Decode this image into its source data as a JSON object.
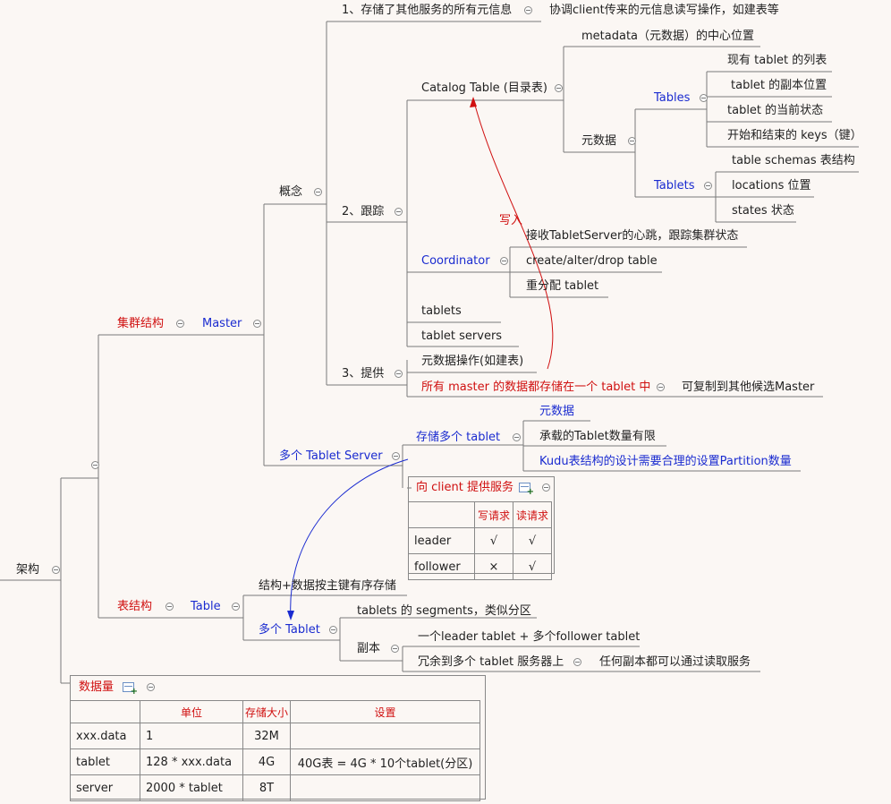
{
  "root": {
    "label": "架构"
  },
  "cluster": {
    "label": "集群结构",
    "master": {
      "label": "Master",
      "concept": {
        "label": "概念",
        "item1": {
          "label": "1、存储了其他服务的所有元信息",
          "note": "协调client传来的元信息读写操作，如建表等"
        },
        "item2": {
          "label": "2、跟踪",
          "catalog": {
            "label": "Catalog Table (目录表)",
            "center": "metadata（元数据）的中心位置",
            "meta": {
              "label": "元数据",
              "tables": {
                "label": "Tables",
                "items": [
                  "现有 tablet 的列表",
                  "tablet 的副本位置",
                  "tablet 的当前状态",
                  "开始和结束的 keys（键）"
                ]
              },
              "tablets": {
                "label": "Tablets",
                "items": [
                  "table schemas 表结构",
                  "locations 位置",
                  "states 状态"
                ]
              }
            }
          },
          "coordinator": {
            "label": "Coordinator",
            "items": [
              "接收TabletServer的心跳，跟踪集群状态",
              "create/alter/drop table",
              "重分配 tablet"
            ]
          },
          "tablets": "tablets",
          "servers": "tablet servers"
        },
        "item3": {
          "label": "3、提供",
          "op": "元数据操作(如建表)",
          "store": "所有 master 的数据都存储在一个 tablet 中",
          "replicate": "可复制到其他候选Master"
        }
      },
      "write_label": "写入"
    },
    "tserver": {
      "label": "多个 Tablet Server",
      "store": {
        "label": "存储多个 tablet",
        "items": [
          "元数据",
          "承载的Tablet数量有限",
          "Kudu表结构的设计需要合理的设置Partition数量"
        ]
      },
      "client": {
        "label": "向 client 提供服务",
        "headers": [
          "",
          "写请求",
          "读请求"
        ],
        "rows": [
          [
            "leader",
            "√",
            "√"
          ],
          [
            "follower",
            "×",
            "√"
          ]
        ]
      }
    }
  },
  "schema": {
    "label": "表结构",
    "table": {
      "label": "Table",
      "struct": "结构+数据按主键有序存储",
      "multi": {
        "label": "多个 Tablet",
        "seg": "tablets 的 segments，类似分区",
        "replica": {
          "label": "副本",
          "items": [
            "一个leader tablet + 多个follower tablet",
            "冗余到多个 tablet 服务器上"
          ],
          "note": "任何副本都可以通过读取服务"
        }
      }
    }
  },
  "volume": {
    "label": "数据量",
    "headers": [
      "",
      "单位",
      "存储大小",
      "设置"
    ],
    "rows": [
      [
        "xxx.data",
        "1",
        "32M",
        ""
      ],
      [
        "tablet",
        "128 * xxx.data",
        "4G",
        "40G表 = 4G * 10个tablet(分区)"
      ],
      [
        "server",
        "2000 * tablet",
        "8T",
        ""
      ]
    ]
  },
  "colors": {
    "accent_blue": "#1a2bd0",
    "accent_red": "#d01010",
    "line": "#7a7a7a",
    "background": "#fbf7f4"
  }
}
